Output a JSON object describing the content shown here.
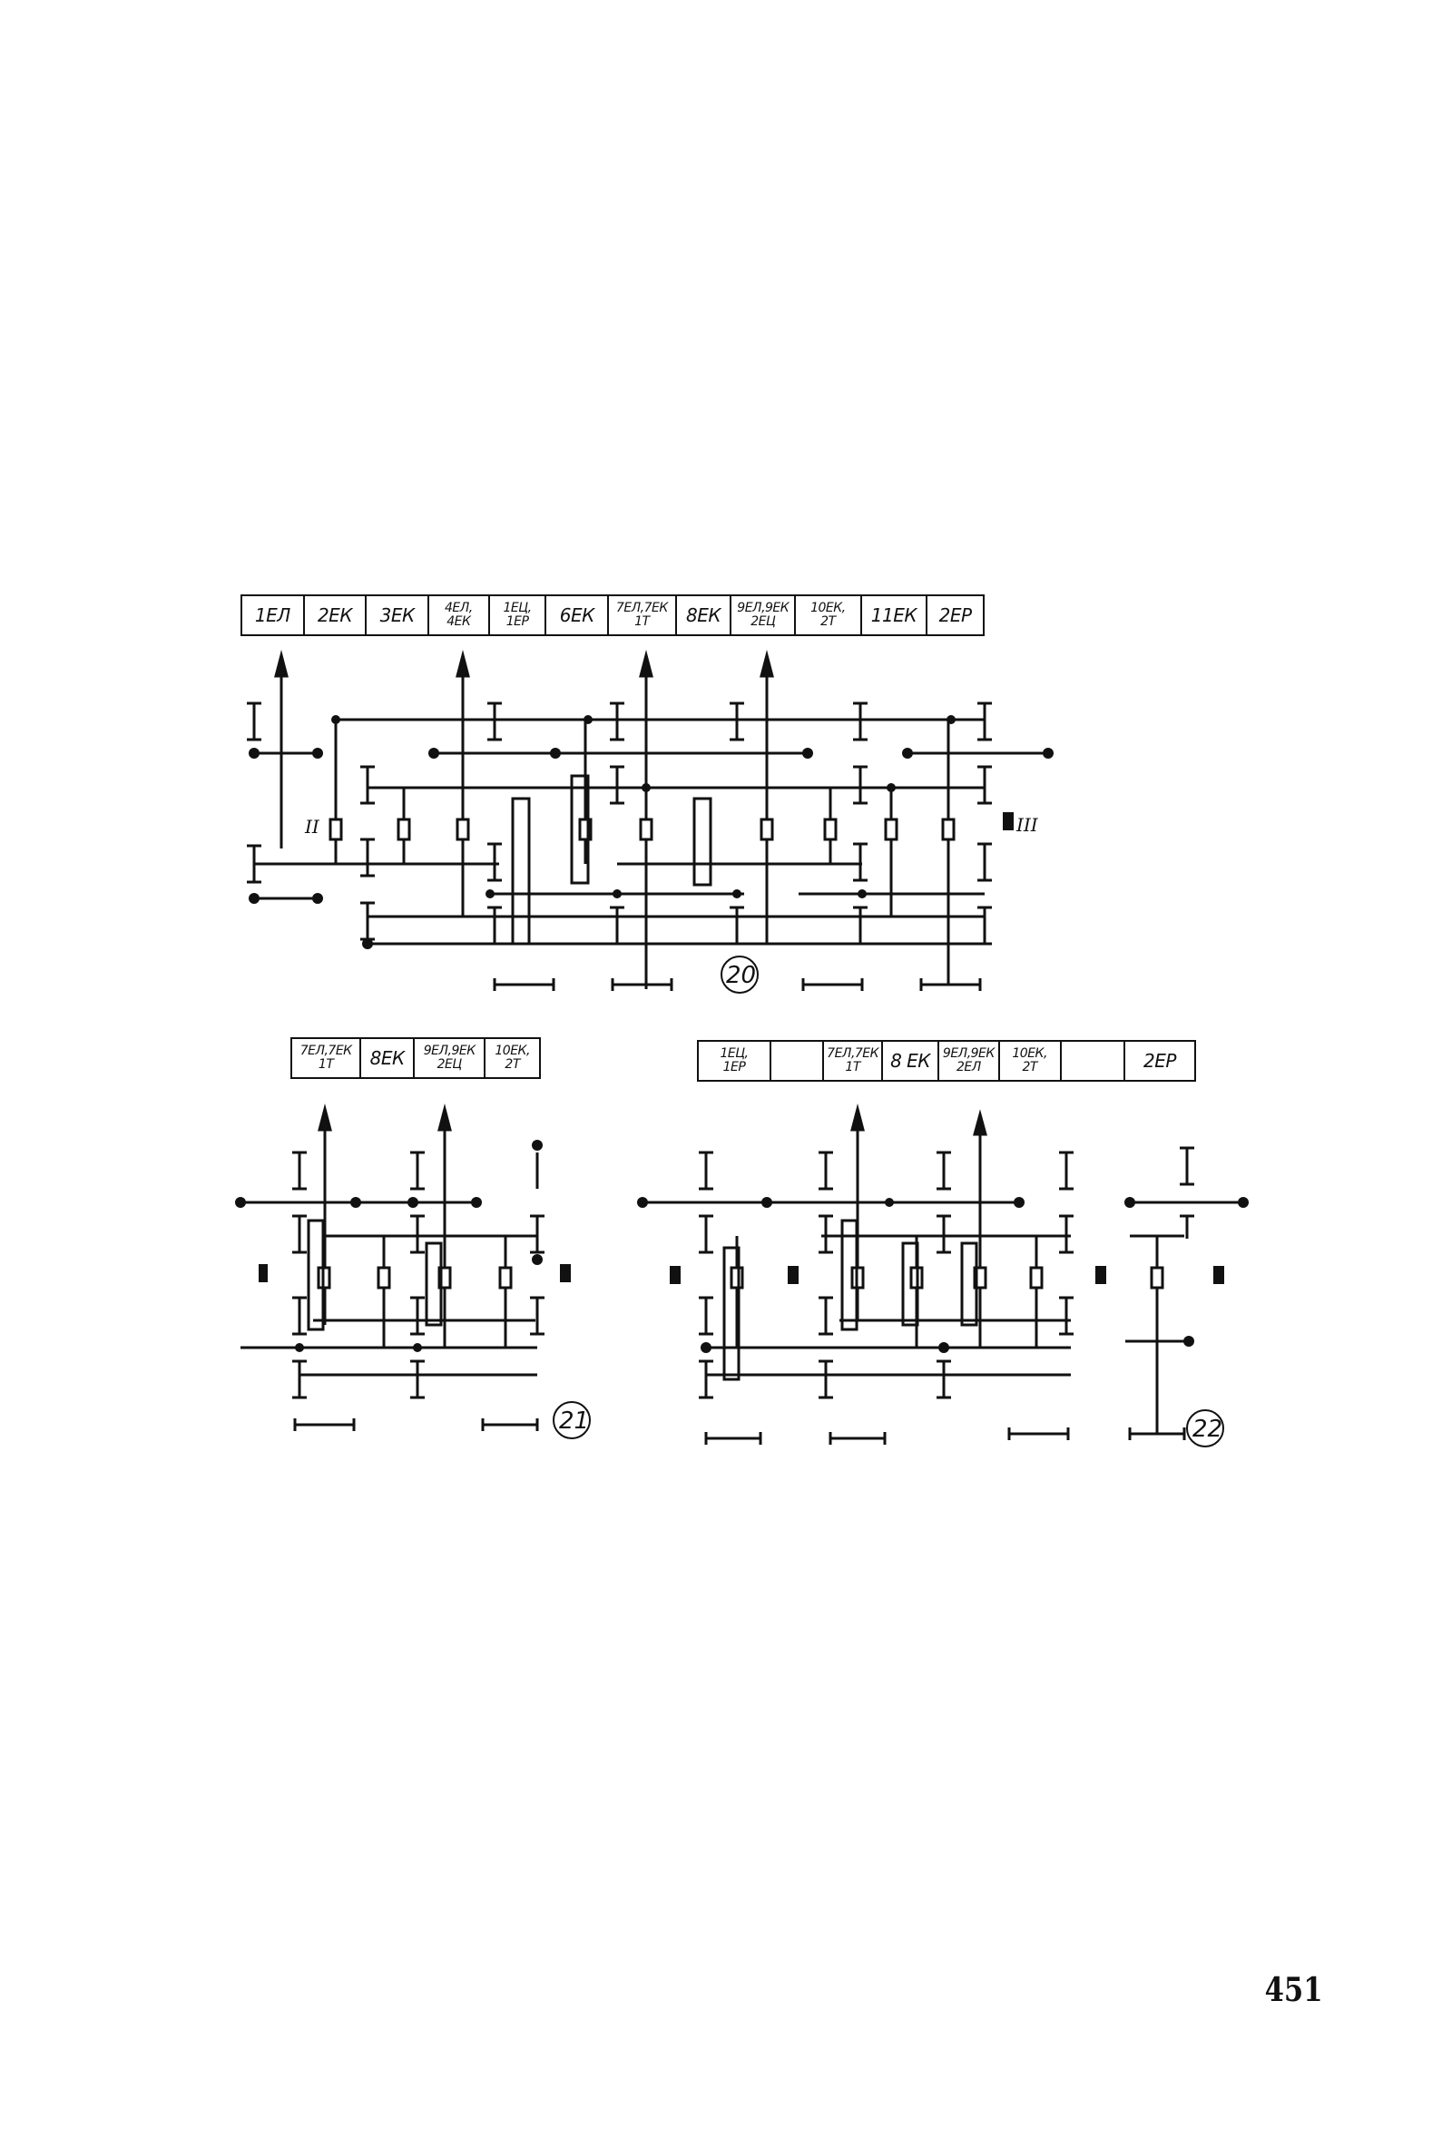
{
  "diagram_20": {
    "label": "20",
    "header": [
      {
        "text": "1ЕЛ"
      },
      {
        "text": "2ЕК"
      },
      {
        "text": "3ЕК"
      },
      {
        "text": "4ЕЛ,\n4ЕК",
        "small": true
      },
      {
        "text": "1ЕЦ,\n1ЕР",
        "small": true
      },
      {
        "text": "6ЕК"
      },
      {
        "text": "7ЕЛ,7ЕК\n1Т",
        "small": true
      },
      {
        "text": "8ЕК"
      },
      {
        "text": "9ЕЛ,9ЕК\n2ЕЦ",
        "small": true
      },
      {
        "text": "10ЕК,\n2Т",
        "small": true
      },
      {
        "text": "11ЕК"
      },
      {
        "text": "2ЕР"
      }
    ],
    "roman_left": "II",
    "roman_right": "III"
  },
  "diagram_21": {
    "label": "21",
    "header": [
      {
        "text": "7ЕЛ,7ЕК\n1Т",
        "small": true
      },
      {
        "text": "8ЕК"
      },
      {
        "text": "9ЕЛ,9ЕК\n2ЕЦ",
        "small": true
      },
      {
        "text": "10ЕК,\n2Т",
        "small": true
      }
    ]
  },
  "diagram_22": {
    "label": "22",
    "header": [
      {
        "text": "1ЕЦ,\n1ЕР",
        "small": true
      },
      {
        "text": ""
      },
      {
        "text": "7ЕЛ,7ЕК\n1Т",
        "small": true
      },
      {
        "text": "8 ЕК"
      },
      {
        "text": "9ЕЛ,9ЕК\n2ЕЛ",
        "small": true
      },
      {
        "text": "10ЕК,\n2Т",
        "small": true
      },
      {
        "text": ""
      },
      {
        "text": "2ЕР"
      }
    ]
  },
  "page_number": "451"
}
